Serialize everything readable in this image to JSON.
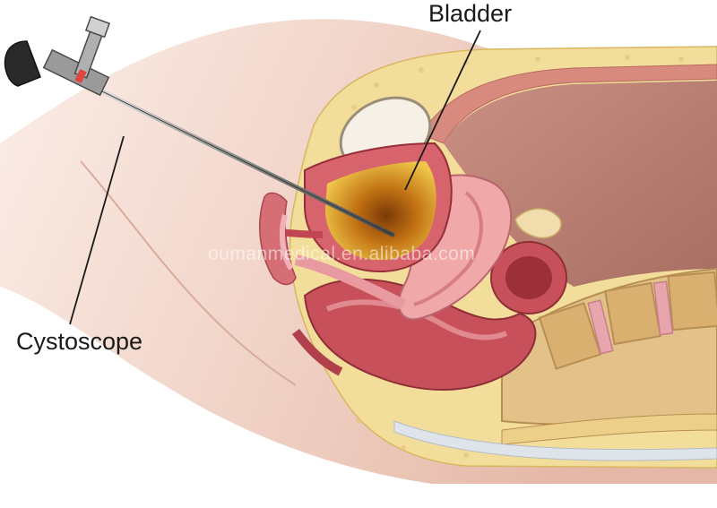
{
  "labels": {
    "bladder": "Bladder",
    "cystoscope": "Cystoscope"
  },
  "watermark": "oumanmedical.en.alibaba.com",
  "colors": {
    "skin": "#f2d2c4",
    "fat": "#f3dd9a",
    "muscle": "#c8505a",
    "cavity": "#b77c6e",
    "bladder_fill": "#d99a1a",
    "bone": "#e3c28a",
    "disc": "#e7a5ad"
  }
}
